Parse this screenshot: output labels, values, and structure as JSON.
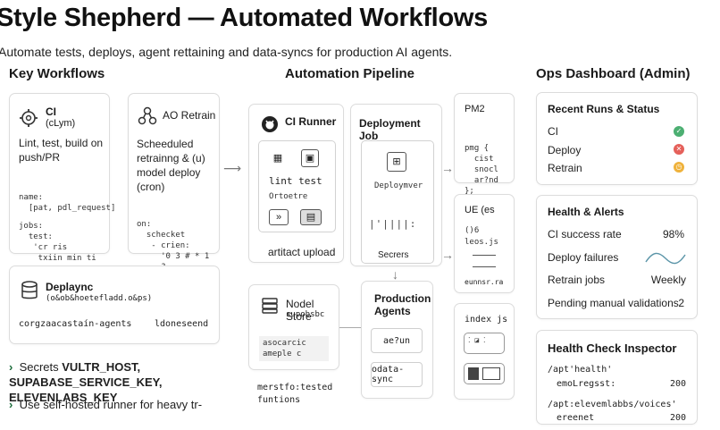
{
  "header": {
    "title": "Style Shepherd — Automated Workflows",
    "subtitle": "Automate tests, deploys, agent rettaining and data-syncs for production AI agents."
  },
  "sections": {
    "key_workflows": "Key Workflows",
    "pipeline": "Automation Pipeline",
    "ops": "Ops Dashboard (Admin)"
  },
  "ci_card": {
    "title": "CI",
    "subtitle": "(cLym)",
    "desc": "Lint, test, build on push/PR",
    "code": [
      "name:",
      "  [pat, pdl_request]",
      "",
      "jobs:",
      "  test:",
      "   'cr ris",
      "    txiin min ti"
    ]
  },
  "retrain_card": {
    "title": "AO Retrain",
    "desc": "Scheeduled retrainng & (u) model deploy (cron)",
    "code": [
      "on:",
      "  schecket",
      "   - crien:",
      "     '0 3 # * 1",
      "     ?"
    ]
  },
  "deploy_card": {
    "title": "Deplaync",
    "subtitle": "(o&ob&hoetefladd.o&ps)",
    "left": "corgzaacastaín-agents",
    "right": "ldoneseend"
  },
  "notes": [
    {
      "prefix": "Secrets ",
      "bold": "VULTR_HOST, SUPABASE_SERVICE_KEY, ELEVENLABS_KEY"
    },
    {
      "prefix": "Use self-hosted runner for heavy tr-",
      "bold": ""
    }
  ],
  "runner": {
    "title": "CI Runner",
    "step_name": "lint test",
    "step_sub": "Ortoetre",
    "footer": "artitact upload"
  },
  "deployment_job": {
    "title": "Deployment Job",
    "label": "Deploymver",
    "footer": "Secrers"
  },
  "model_store": {
    "title": "Nodel Store",
    "subtitle": "supobsbc",
    "code": [
      "asocarcic",
      "ameple c"
    ],
    "footer": [
      "merstfo:tested",
      "funtions"
    ]
  },
  "production": {
    "title": "Production Agents",
    "items": [
      "ae?un",
      "odata-sync"
    ]
  },
  "pm2": {
    "title": "PM2",
    "code": [
      "pmg {",
      "  cist",
      "  snocl",
      "  ar?nd",
      "};"
    ]
  },
  "ue": {
    "title": "UE (es",
    "line1": "()6",
    "line2": "leos.js",
    "footer": "eunnsr.ra"
  },
  "index": {
    "title": "index js"
  },
  "recent_runs": {
    "title": "Recent Runs & Status",
    "items": [
      {
        "label": "CI",
        "status": "success",
        "color": "#4caf72"
      },
      {
        "label": "Deploy",
        "status": "failed",
        "color": "#e5605a"
      },
      {
        "label": "Retrain",
        "status": "pending",
        "color": "#efb23b"
      }
    ]
  },
  "health": {
    "title": "Health & Alerts",
    "rows": [
      {
        "label": "CI success rate",
        "value": "98%"
      },
      {
        "label": "Deploy failures",
        "value": ""
      },
      {
        "label": "Retrain jobs",
        "value": "Weekly"
      },
      {
        "label": "Pending manual validations",
        "value": "2"
      }
    ]
  },
  "inspector": {
    "title": "Health Check Inspector",
    "rows": [
      {
        "path": "/apt'health'",
        "sub": "emoLregsst:",
        "value": "200"
      },
      {
        "path": "/apt:elevemlabbs/voices'",
        "sub": "ereenet",
        "value": "200"
      }
    ]
  },
  "icons": [
    "gear-icon",
    "flow-icon",
    "database-icon",
    "github-icon",
    "box-icon",
    "arrow-icon",
    "check-icon",
    "x-icon",
    "clock-icon"
  ]
}
